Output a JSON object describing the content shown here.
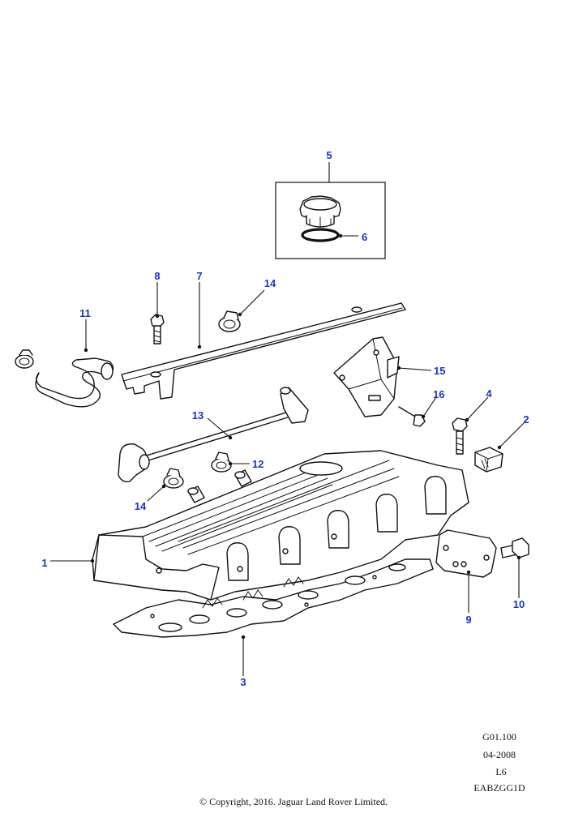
{
  "accent_color": "#1a33cc",
  "callouts": {
    "c1": "1",
    "c2": "2",
    "c3": "3",
    "c4": "4",
    "c5": "5",
    "c6": "6",
    "c7": "7",
    "c8": "8",
    "c9": "9",
    "c10": "10",
    "c11": "11",
    "c12": "12",
    "c13": "13",
    "c14a": "14",
    "c14b": "14",
    "c15": "15",
    "c16": "16"
  },
  "meta": {
    "ref": "G01.100",
    "date": "04-2008",
    "model": "L6",
    "code": "EABZGG1D"
  },
  "copyright": "© Copyright, 2016. Jaguar Land Rover Limited."
}
